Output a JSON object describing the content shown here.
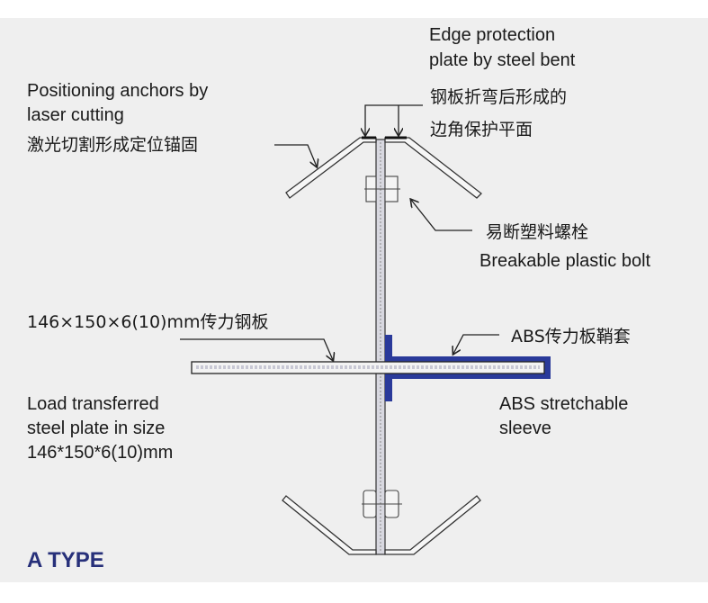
{
  "labels": {
    "edge_protection_en_1": "Edge protection",
    "edge_protection_en_2": "plate by steel bent",
    "edge_protection_zh_1": "钢板折弯后形成的",
    "edge_protection_zh_2": "边角保护平面",
    "anchors_en_1": "Positioning anchors by",
    "anchors_en_2": "laser cutting",
    "anchors_zh": "激光切割形成定位锚固",
    "bolt_zh": "易断塑料螺栓",
    "bolt_en": "Breakable plastic bolt",
    "plate_zh": "146×150×6(10)mm传力钢板",
    "sleeve_zh": "ABS传力板鞘套",
    "plate_en_1": "Load transferred",
    "plate_en_2": "steel plate in size",
    "plate_en_3": "146*150*6(10)mm",
    "sleeve_en_1": "ABS stretchable",
    "sleeve_en_2": "sleeve",
    "type": "A TYPE"
  },
  "colors": {
    "panel": "#efefef",
    "sleeve": "#2a3a9a",
    "type": "#27307a"
  }
}
